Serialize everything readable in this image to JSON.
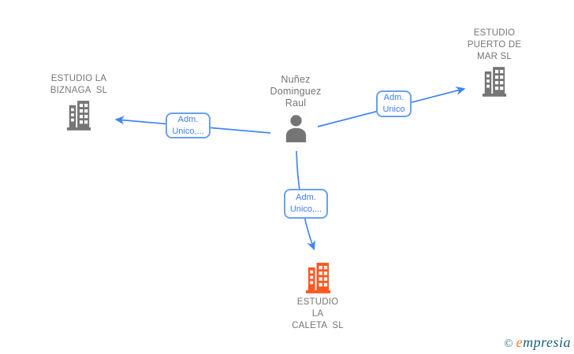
{
  "diagram": {
    "person": {
      "name": "Nuñez\nDominguez\nRaul"
    },
    "companies": [
      {
        "id": "estudio-la-biznaga",
        "name": "ESTUDIO LA\nBIZNAGA  SL",
        "icon": "building-icon",
        "icon_color": "#757575"
      },
      {
        "id": "estudio-puerto-de-mar",
        "name": "ESTUDIO\nPUERTO DE\nMAR SL",
        "icon": "building-icon",
        "icon_color": "#757575"
      },
      {
        "id": "estudio-la-caleta",
        "name": "ESTUDIO\nLA\nCALETA  SL",
        "icon": "building-icon",
        "icon_color": "#ff5722"
      }
    ],
    "edges": [
      {
        "from": "person",
        "to": "estudio-la-biznaga",
        "label": "Adm.\nUnico,..."
      },
      {
        "from": "person",
        "to": "estudio-puerto-de-mar",
        "label": "Adm.\nUnico"
      },
      {
        "from": "person",
        "to": "estudio-la-caleta",
        "label": "Adm.\nUnico,..."
      }
    ]
  },
  "footer": {
    "copyright": "©",
    "brand_first_letter": "e",
    "brand_rest": "mpresia"
  },
  "colors": {
    "edge_line": "#4285f4",
    "edge_box_border": "#6ba0ef",
    "edge_box_text": "#3d7fe8",
    "node_text": "#757575",
    "building_gray": "#757575",
    "building_orange": "#ff5722"
  }
}
